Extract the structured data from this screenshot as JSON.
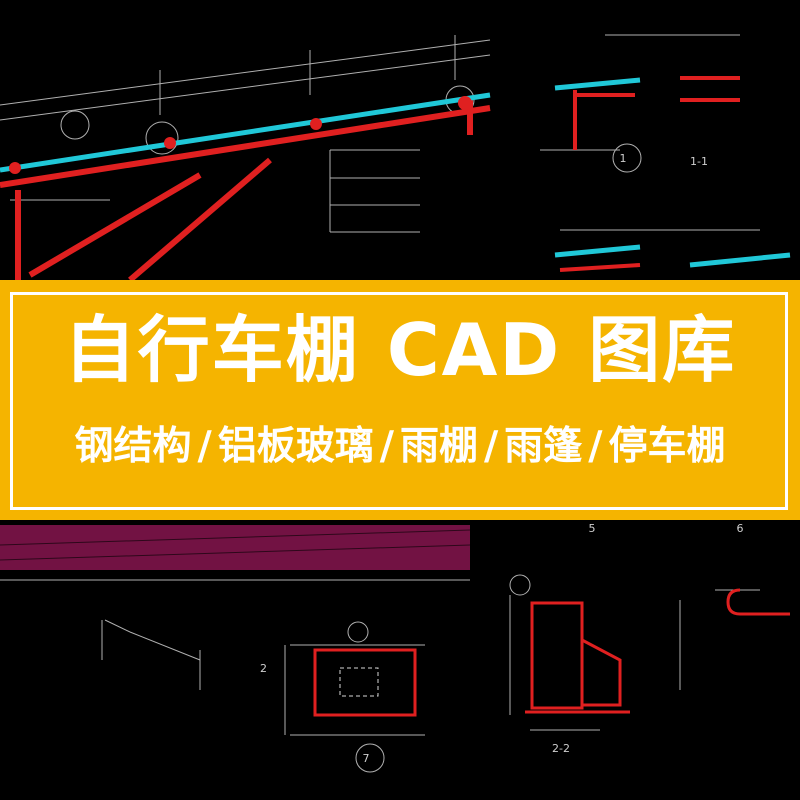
{
  "banner": {
    "title": "自行车棚 CAD 图库",
    "subtitle_items": [
      "钢结构",
      "铝板玻璃",
      "雨棚",
      "雨篷",
      "停车棚"
    ],
    "separator": "/"
  },
  "colors": {
    "background": "#000000",
    "banner_bg": "#f5b400",
    "banner_text": "#ffffff",
    "cad_red": "#e02020",
    "cad_cyan": "#20c8d8",
    "cad_magenta": "#d0207a",
    "cad_line": "#d8d8d8"
  },
  "drawing_labels": {
    "section_1": "1",
    "section_2": "2",
    "section_5": "5",
    "section_6": "6",
    "section_7": "7",
    "section_22": "2-2",
    "detail_note": "1-1"
  }
}
